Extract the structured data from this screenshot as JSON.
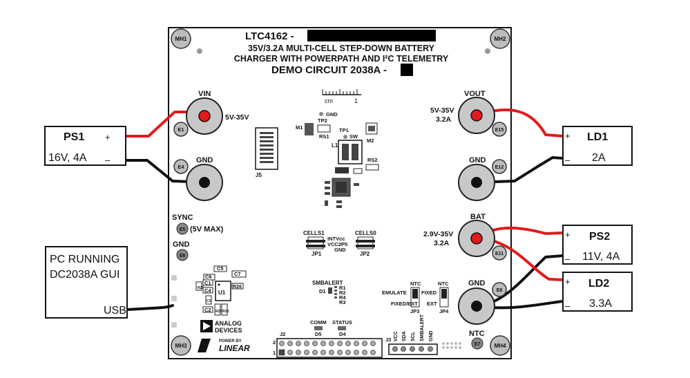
{
  "board": {
    "title_line1": "LTC4162 -",
    "title_line2": "35V/3.2A MULTI-CELL STEP-DOWN BATTERY",
    "title_line3": "CHARGER WITH POWERPATH AND I²C TELEMETRY",
    "title_line4": "DEMO CIRCUIT 2038A -",
    "mounting_holes": [
      "MH1",
      "MH2",
      "MH3",
      "MH4"
    ],
    "ruler_label": "cm",
    "ruler_value": "1"
  },
  "terminals": {
    "vin": {
      "label": "VIN",
      "rating": "5V-35V",
      "e": "E1"
    },
    "gnd_left": {
      "label": "GND",
      "e": "E4"
    },
    "vout": {
      "label": "VOUT",
      "rating1": "5V-35V",
      "rating2": "3.2A",
      "e": "E15"
    },
    "gnd_right": {
      "label": "GND",
      "e": "E12"
    },
    "bat": {
      "label": "BAT",
      "rating1": "2.9V-35V",
      "rating2": "3.2A",
      "e": "E11"
    },
    "gnd_bat": {
      "label": "GND",
      "e": "E8"
    },
    "sync": {
      "label": "SYNC",
      "e": "E5",
      "note": "(5V MAX)"
    },
    "gnd_small": {
      "label": "GND",
      "e": "E6"
    },
    "ntc": {
      "label": "NTC",
      "e": "E7"
    }
  },
  "components": {
    "tp2": "TP2",
    "tp2_gnd": "GND",
    "tp1": "TP1",
    "tp1_sw": "SW",
    "m1": "M1",
    "rs1": "RS1",
    "l1": "L1",
    "m2": "M2",
    "rs2": "RS2",
    "j5": "J5",
    "cells1": "CELLS1",
    "cells0": "CELLS0",
    "intvcc": "INTVcc",
    "vcc2p5": "VCC2P5",
    "gnd": "GND",
    "jp1": "JP1",
    "jp2": "JP2",
    "c5": "C5",
    "c6": "C6",
    "c7": "C7",
    "c1": "C1",
    "c4": "C4",
    "c3": "C3",
    "c2": "C2",
    "r25": "R25",
    "r26": "R26",
    "r27": "R27",
    "r28": "R28",
    "u1": "U1",
    "smbalert": "SMBALERT",
    "d1": "D1",
    "r1": "R1",
    "r2": "R2",
    "r4": "R4",
    "r3": "R3",
    "ntc_jp3": "NTC",
    "emulate": "EMULATE",
    "fixed_ext": "FIXED/EXT",
    "jp3": "JP3",
    "ntc_jp4": "NTC",
    "fixed": "FIXED",
    "ext": "EXT",
    "jp4": "JP4",
    "comm": "COMM",
    "status": "STATUS",
    "d5": "D5",
    "d4": "D4",
    "j2": "J2",
    "j2_pin2": "2",
    "j2_pin1": "1",
    "j3": "J3",
    "j3_pins": [
      "VCC",
      "SDA",
      "SCL",
      "SMBALERT",
      "GND"
    ]
  },
  "logos": {
    "analog": "ANALOG DEVICES",
    "analog_l1": "ANALOG",
    "analog_l2": "DEVICES",
    "linear_l1": "POWER BY",
    "linear_l2": "LINEAR"
  },
  "external": {
    "ps1": {
      "name": "PS1",
      "spec": "16V, 4A",
      "plus": "+",
      "minus": "–"
    },
    "pc": {
      "line1": "PC RUNNING",
      "line2": "DC2038A GUI",
      "port": "USB"
    },
    "ld1": {
      "name": "LD1",
      "spec": "2A",
      "plus": "+",
      "minus": "–"
    },
    "ps2": {
      "name": "PS2",
      "spec": "11V, 4A",
      "plus": "+",
      "minus": "–"
    },
    "ld2": {
      "name": "LD2",
      "spec": "3.3A",
      "plus": "+",
      "minus": "–"
    }
  },
  "colors": {
    "positive_wire": "#e3191b",
    "negative_wire": "#111111"
  }
}
